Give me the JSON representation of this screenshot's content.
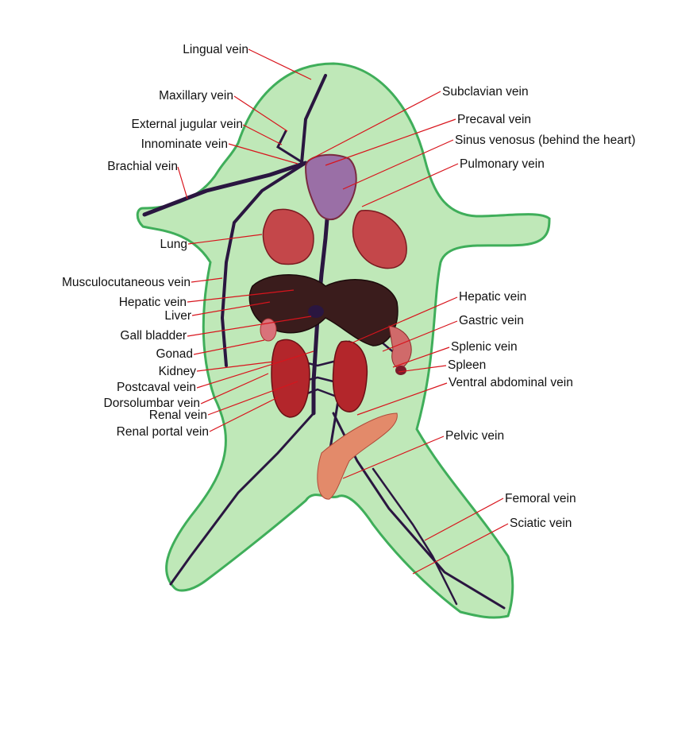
{
  "colors": {
    "body": "#b9e6b4",
    "outline": "#3fae5a",
    "leader": "#d8141c",
    "vein": "#2a1640",
    "liver": "#3a1c1c",
    "lung": "#c4474a",
    "kidney": "#b3262b"
  },
  "labels_left": [
    "Lingual vein",
    "Maxillary vein",
    "External jugular vein",
    "Innominate vein",
    "Brachial vein",
    "Lung",
    "Musculocutaneous vein",
    "Hepatic vein",
    "Liver",
    "Gall bladder",
    "Gonad",
    "Kidney",
    "Postcaval vein",
    "Dorsolumbar vein",
    "Renal vein",
    "Renal portal vein"
  ],
  "labels_right": [
    "Subclavian vein",
    "Precaval vein",
    "Sinus venosus (behind the heart)",
    "Pulmonary vein",
    "Hepatic vein",
    "Gastric vein",
    "Splenic vein",
    "Spleen",
    "Ventral abdominal vein",
    "Pelvic vein",
    "Femoral vein",
    "Sciatic vein"
  ]
}
